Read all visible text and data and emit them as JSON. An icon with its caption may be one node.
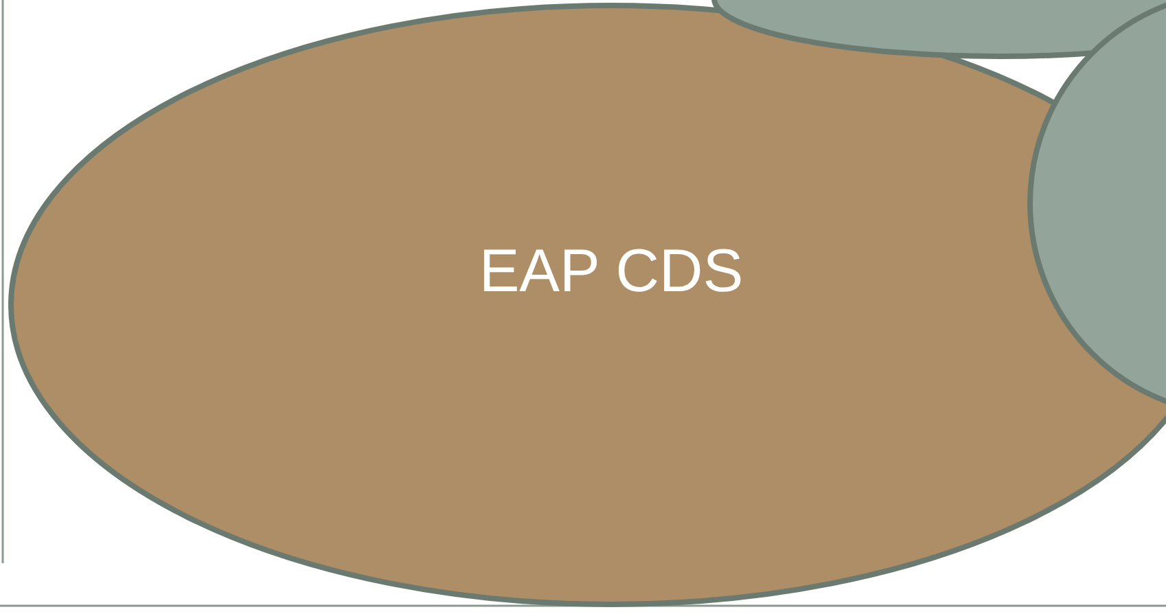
{
  "diagram": {
    "nodes": [
      {
        "text": [
          "EAP CDS"
        ]
      },
      {
        "text": [],
        "shape": "ellipse"
      },
      {
        "text": [],
        "shape": "ellipse"
      }
    ]
  }
}
